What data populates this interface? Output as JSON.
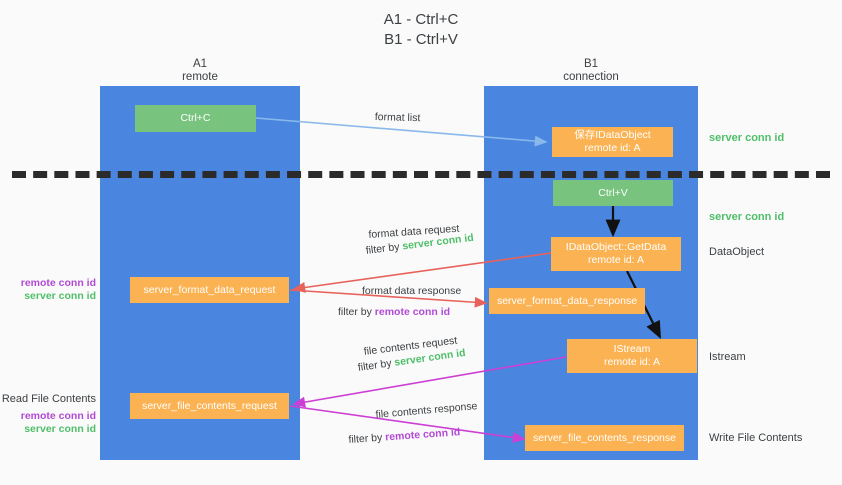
{
  "title": {
    "line1": "A1 - Ctrl+C",
    "line2": "B1 - Ctrl+V"
  },
  "columns": [
    {
      "name": "A1",
      "sub": "remote"
    },
    {
      "name": "B1",
      "sub": "connection"
    }
  ],
  "colors": {
    "panel": "#4a86e0",
    "green_node": "#78c47e",
    "orange_node": "#fbb252",
    "server_conn_id": "#4fbf6a",
    "remote_conn_id": "#b24ad6",
    "arrow_blue": "#89b9ea",
    "arrow_red": "#e8625c",
    "arrow_magenta": "#cc3fd4",
    "arrow_black": "#000000",
    "background": "#fafafa"
  },
  "nodes": {
    "ctrl_c": {
      "label": "Ctrl+C"
    },
    "save_idataobject": {
      "line1": "保存IDataObject",
      "line2": "remote id: A"
    },
    "ctrl_v": {
      "label": "Ctrl+V"
    },
    "getdata": {
      "line1": "IDataObject::GetData",
      "line2": "remote id: A"
    },
    "istream": {
      "line1": "IStream",
      "line2": "remote id: A"
    },
    "server_format_data_request": {
      "label": "server_format_data_request"
    },
    "server_format_data_response": {
      "label": "server_format_data_response"
    },
    "server_file_contents_request": {
      "label": "server_file_contents_request"
    },
    "server_file_contents_response": {
      "label": "server_file_contents_response"
    }
  },
  "right_labels": {
    "server_conn_id_top": "server conn id",
    "server_conn_id_mid": "server conn id",
    "dataobject": "DataObject",
    "istream": "Istream",
    "write_file_contents": "Write File Contents"
  },
  "left_labels": {
    "read_file_contents": "Read File Contents",
    "remote_conn_id": "remote conn id",
    "server_conn_id": "server conn id"
  },
  "arrow_labels": {
    "format_list": "format list",
    "format_data_request": "format data request",
    "format_data_request_filter_prefix": "filter by ",
    "format_data_request_filter_value": "server conn id",
    "format_data_response": "format data response",
    "format_data_response_filter_prefix": "filter by ",
    "format_data_response_filter_value": "remote conn id",
    "file_contents_request": "file contents request",
    "file_contents_request_filter_prefix": "filter by ",
    "file_contents_request_filter_value": "server conn id",
    "file_contents_response": "file contents response",
    "file_contents_response_filter_prefix": "filter by ",
    "file_contents_response_filter_value": "remote conn id"
  }
}
